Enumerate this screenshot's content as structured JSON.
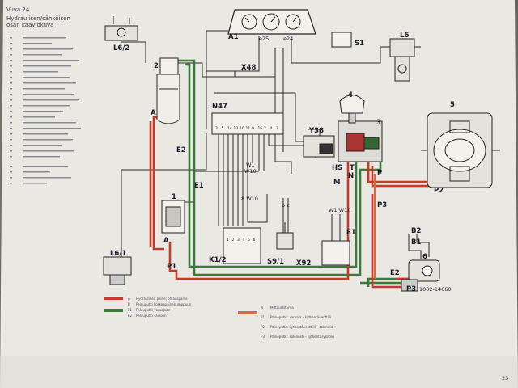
{
  "header": {
    "model": "Vuva 24",
    "title_line1": "Hydraulisen/sähköisen",
    "title_line2": "osan kaaviokuva"
  },
  "component_labels": {
    "A1": "A1",
    "e25": "e25",
    "e24": "e24",
    "S1": "S1",
    "L6": "L6",
    "L6_2": "L6/2",
    "X48": "X48",
    "n2": "2",
    "A_top": "A",
    "N47": "N47",
    "n4": "4",
    "n3": "3",
    "Y38": "Y38",
    "n5": "5",
    "E2_left": "E2",
    "E1_left": "E1",
    "HS": "HS",
    "T": "T",
    "N": "N",
    "P": "P",
    "M": "M",
    "W1_W10_a": "W1",
    "W10_a": "W10",
    "n1": "1",
    "B_W10": "8 W10",
    "bc": "b c",
    "W1_W10_b": "W1/W10",
    "P3_mid": "P3",
    "P2": "P2",
    "E1_right": "E1",
    "B2": "B2",
    "B1": "B1",
    "n6": "6",
    "L6_1": "L6/1",
    "A_bot": "A",
    "K1_2": "K1/2",
    "S9_1": "S9/1",
    "X92": "X92",
    "P1": "P1",
    "E2_bot": "E2",
    "P3_bot": "P3",
    "ref": "1002-14660"
  },
  "connector_pins": {
    "N47": [
      "3",
      "5",
      "14",
      "13",
      "10",
      "11",
      "9",
      "16",
      "2",
      "4",
      "7"
    ],
    "K1_2": [
      "1",
      "2",
      "3",
      "4",
      "5",
      "6"
    ]
  },
  "colors": {
    "wire_red": "#c63a28",
    "wire_green": "#3a7a3a",
    "wire_dark": "#2a2a2a",
    "wire_orange": "#d86a40",
    "paper": "#e9e8e3"
  },
  "legend": {
    "left": [
      {
        "code": "A",
        "text": "Hydraulinen paine; ohjauspaine"
      },
      {
        "code": "B",
        "text": "Paluuputki korkeapainepumppuun"
      },
      {
        "code": "E1",
        "text": "Paluuputki varaajaan"
      },
      {
        "code": "E2",
        "text": "Paluuputki säiliöön"
      }
    ],
    "right": [
      {
        "code": "N",
        "text": "Mittausliitäntä"
      },
      {
        "code": "P1",
        "text": "Paineputki: varaaja – kytkentäventtiili"
      },
      {
        "code": "P2",
        "text": "Paineputki: kytkentäventtiili – solenoidi"
      },
      {
        "code": "P3",
        "text": "Paineputki: solenoidi – kytkentäsylinteri"
      }
    ]
  },
  "page_number": "23"
}
